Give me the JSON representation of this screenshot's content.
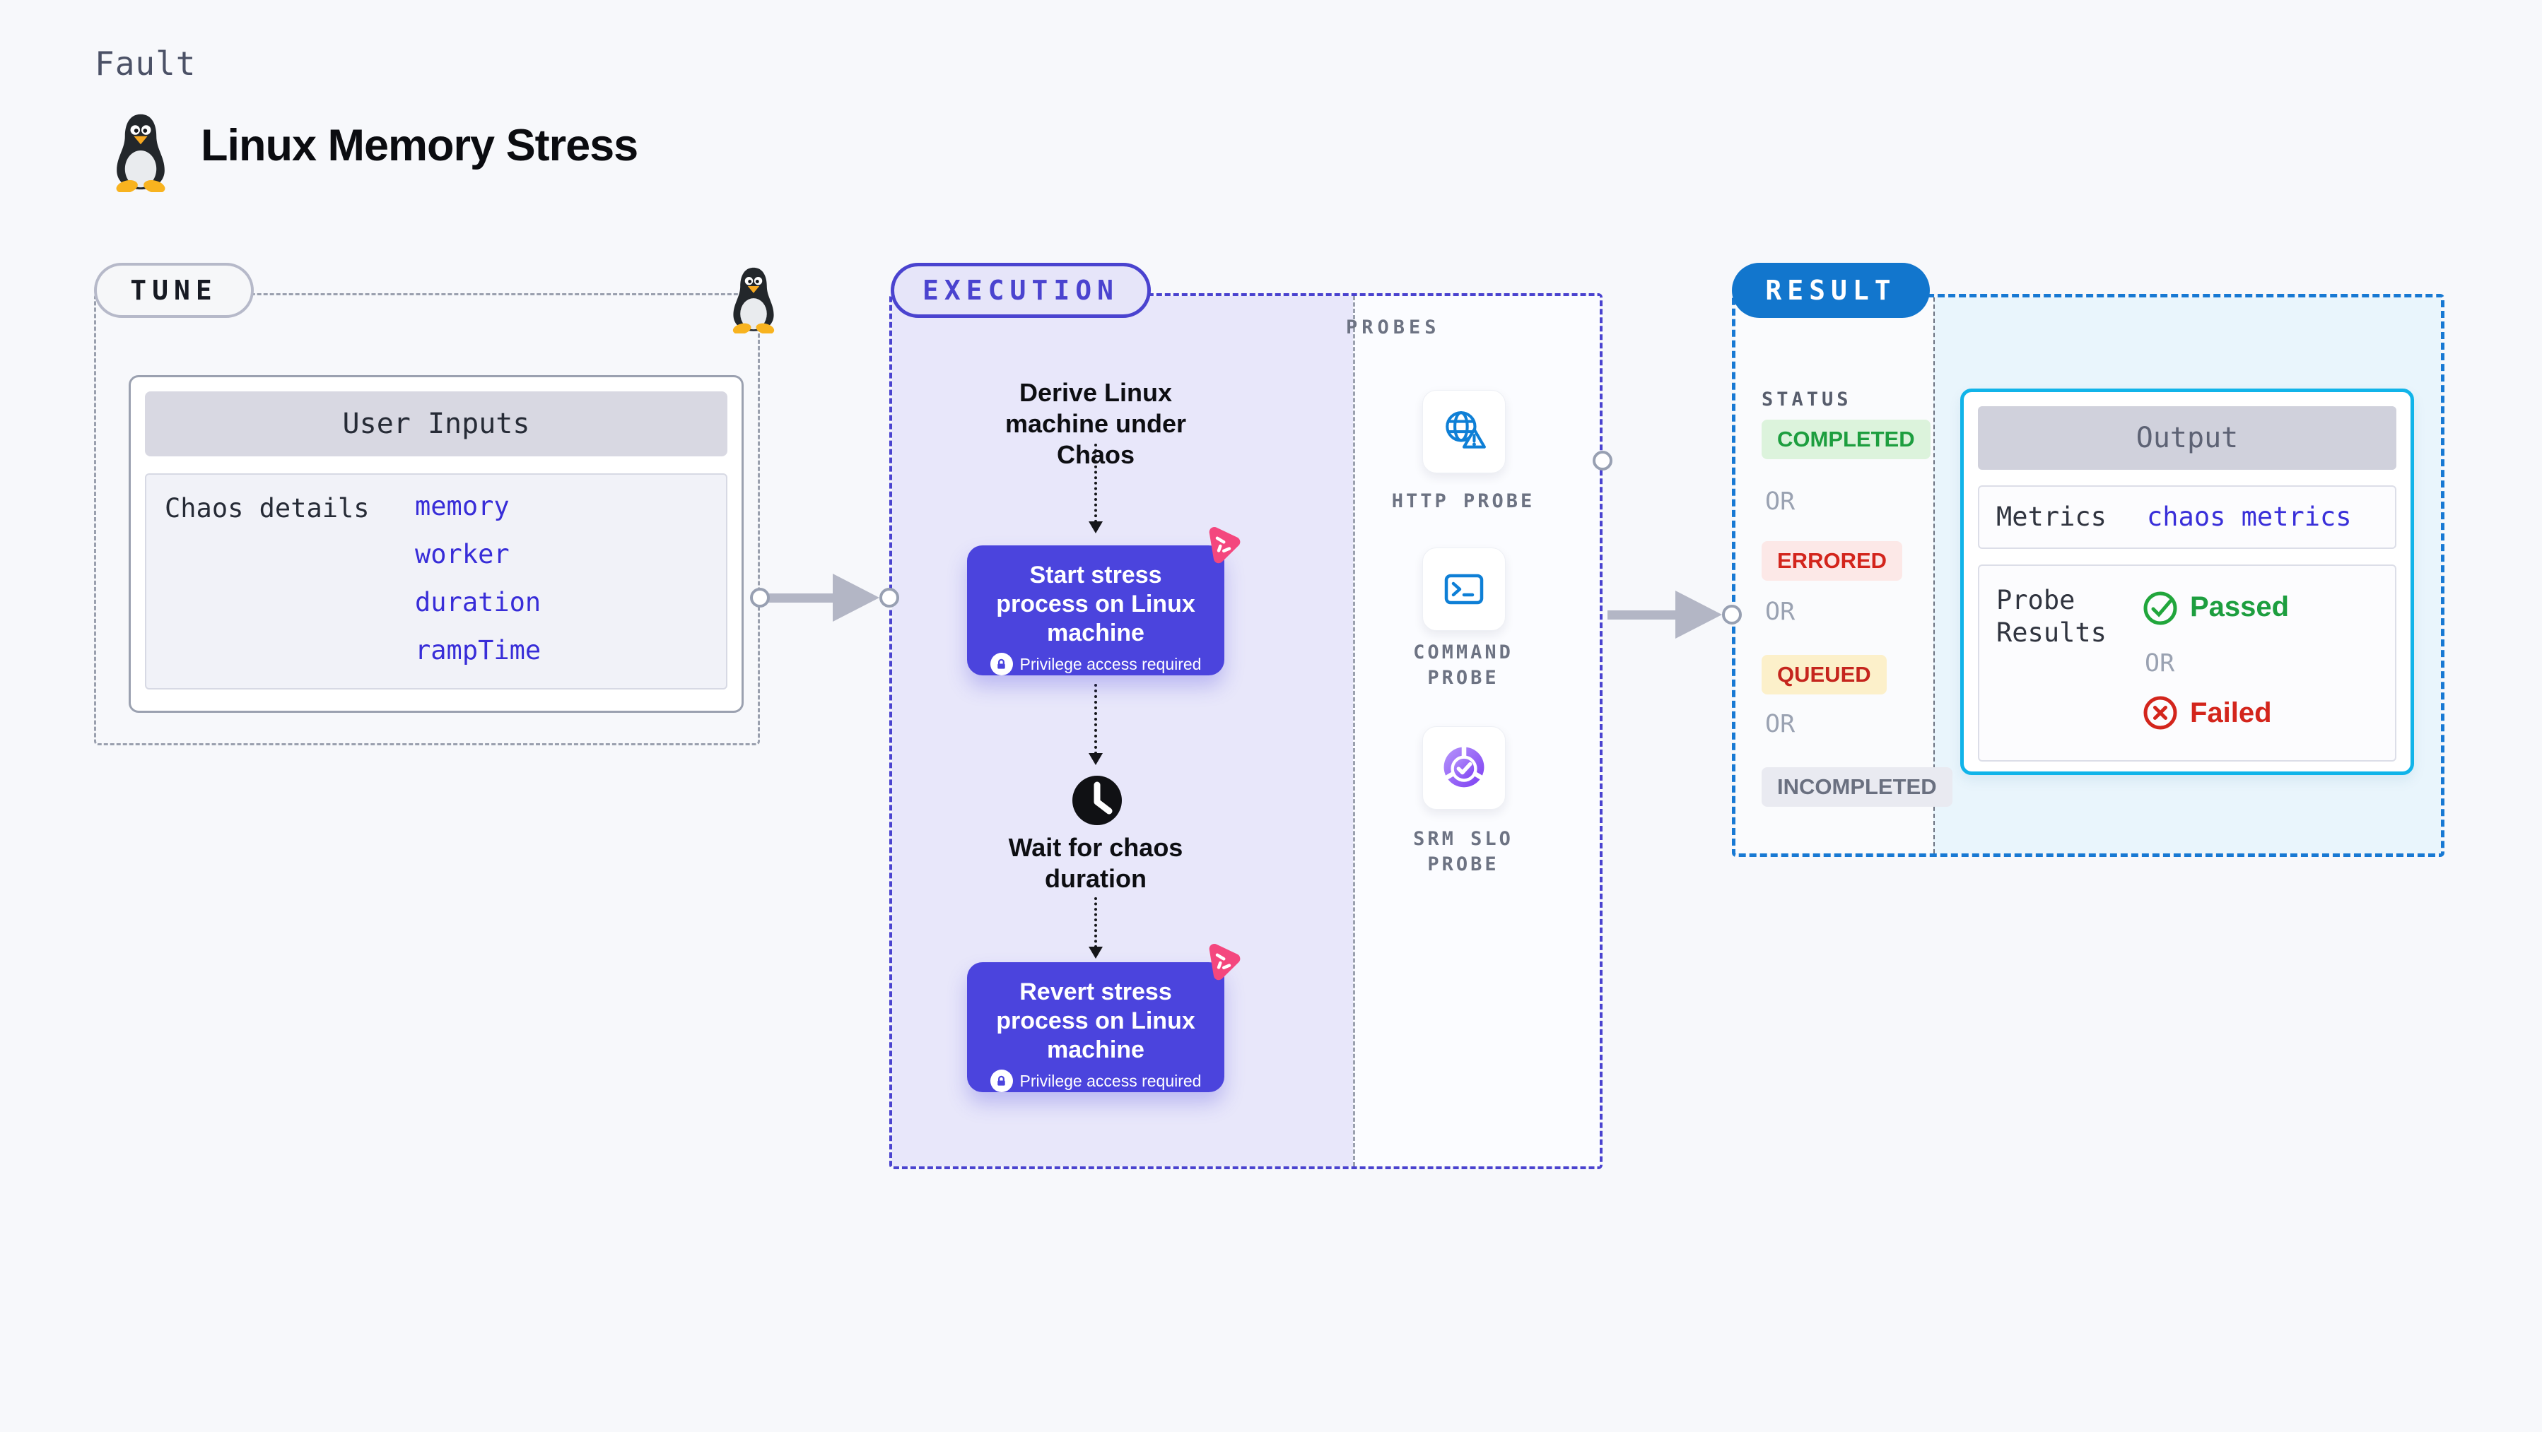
{
  "header": {
    "kicker": "Fault",
    "title": "Linux Memory Stress"
  },
  "tune": {
    "pill": "TUNE",
    "card_title": "User Inputs",
    "row_label": "Chaos details",
    "inputs": [
      "memory",
      "worker",
      "duration",
      "rampTime"
    ]
  },
  "execution": {
    "pill": "EXECUTION",
    "derive_text": "Derive Linux machine under Chaos",
    "start_text": "Start stress process on Linux machine",
    "wait_text": "Wait for chaos duration",
    "revert_text": "Revert stress process on Linux machine",
    "privilege_text": "Privilege access required"
  },
  "probes": {
    "title": "PROBES",
    "items": [
      {
        "label": "HTTP PROBE",
        "icon": "globe-alert-icon"
      },
      {
        "label": "COMMAND PROBE",
        "icon": "terminal-icon"
      },
      {
        "label": "SRM SLO PROBE",
        "icon": "slo-donut-check-icon"
      }
    ]
  },
  "result": {
    "pill": "RESULT",
    "status_title": "STATUS",
    "or_label": "OR",
    "statuses": [
      {
        "label": "COMPLETED",
        "color": "#1d9e3f",
        "bg": "#dcf3dc"
      },
      {
        "label": "ERRORED",
        "color": "#d3251c",
        "bg": "#fce8e7"
      },
      {
        "label": "QUEUED",
        "color": "#c5251d",
        "bg": "#fcf0ca"
      },
      {
        "label": "INCOMPLETED",
        "color": "#6a7080",
        "bg": "#e9eaf1"
      }
    ],
    "output": {
      "title": "Output",
      "metrics_label": "Metrics",
      "metrics_value": "chaos metrics",
      "probe_results_label": "Probe Results",
      "passed_label": "Passed",
      "failed_label": "Failed",
      "or_label": "OR"
    }
  },
  "colors": {
    "page_bg": "#f7f8fb",
    "indigo_accent": "#4a43cf",
    "indigo_button": "#4b44dd",
    "execution_panel_bg": "#e8e7fa",
    "result_blue": "#1276cd",
    "result_dash": "#1879d3",
    "result_panel_bg": "#e9f5fc",
    "output_border": "#11b4e9",
    "code_blue": "#382dd8",
    "green": "#1d9e3f",
    "red": "#d3251c",
    "pink_badge": "#f4477e",
    "probe_icon_blue": "#0e7fd6",
    "gray_arrow": "#b3b6c5"
  }
}
